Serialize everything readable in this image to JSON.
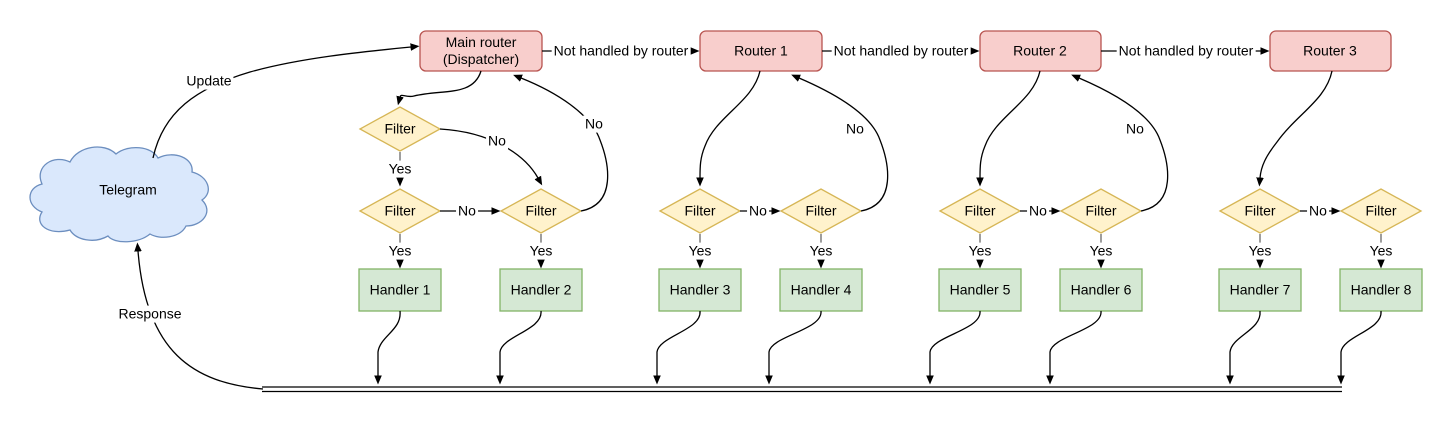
{
  "palette": {
    "router_fill": "#f8cecc",
    "router_stroke": "#b85450",
    "filter_fill": "#fff2cc",
    "filter_stroke": "#d6b656",
    "handler_fill": "#d5e8d4",
    "handler_stroke": "#82b366",
    "cloud_fill": "#dae8fc",
    "cloud_stroke": "#6c8ebf",
    "edge_color": "#000000"
  },
  "nodes": {
    "cloud_label": "Telegram",
    "routers": [
      "Main router (Dispatcher)",
      "Router 1",
      "Router 2",
      "Router 3"
    ],
    "filters": [
      "Filter",
      "Filter",
      "Filter",
      "Filter",
      "Filter",
      "Filter",
      "Filter",
      "Filter",
      "Filter"
    ],
    "handlers": [
      "Handler 1",
      "Handler 2",
      "Handler 3",
      "Handler 4",
      "Handler 5",
      "Handler 6",
      "Handler 7",
      "Handler 8"
    ]
  },
  "edge_labels": {
    "update": "Update",
    "response": "Response",
    "not_handled": "Not handled by router",
    "yes": "Yes",
    "no": "No"
  }
}
